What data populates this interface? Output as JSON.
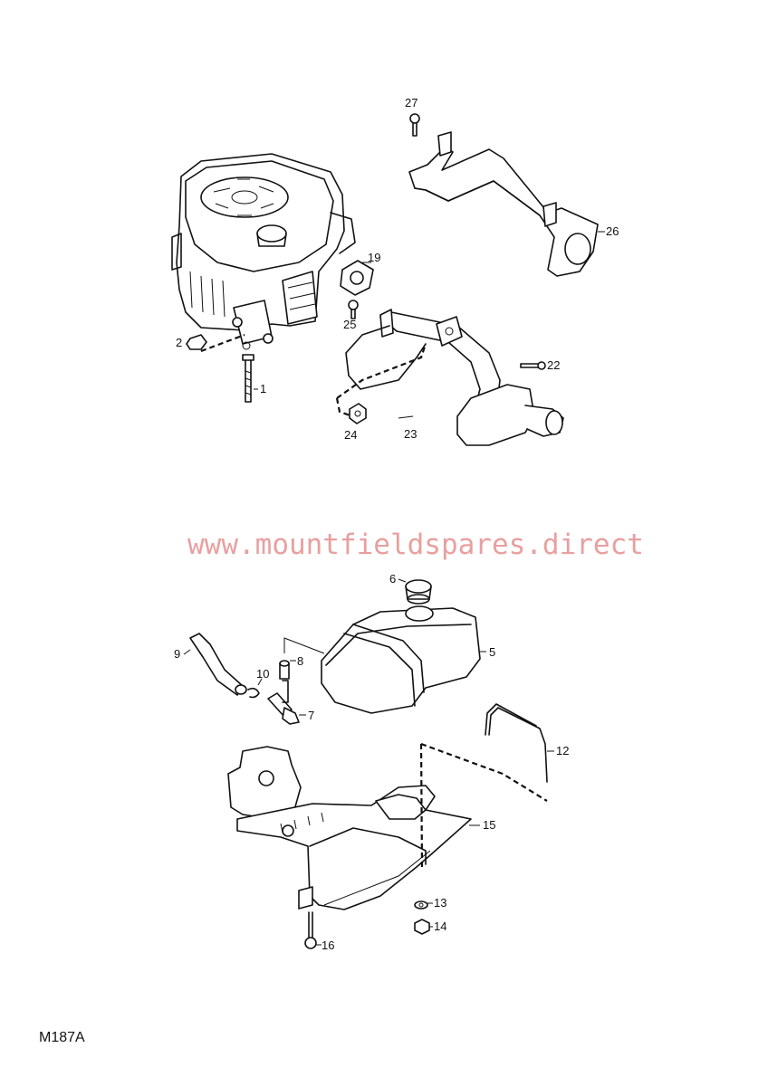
{
  "watermark": "www.mountfieldspares.direct",
  "figure_ref": "M187A",
  "part_labels": {
    "p1": "1",
    "p2": "2",
    "p5": "5",
    "p6": "6",
    "p7": "7",
    "p8": "8",
    "p9": "9",
    "p10": "10",
    "p12": "12",
    "p13": "13",
    "p14": "14",
    "p15": "15",
    "p16": "16",
    "p19": "19",
    "p22": "22",
    "p23": "23",
    "p24": "24",
    "p25": "25",
    "p26": "26",
    "p27": "27"
  }
}
